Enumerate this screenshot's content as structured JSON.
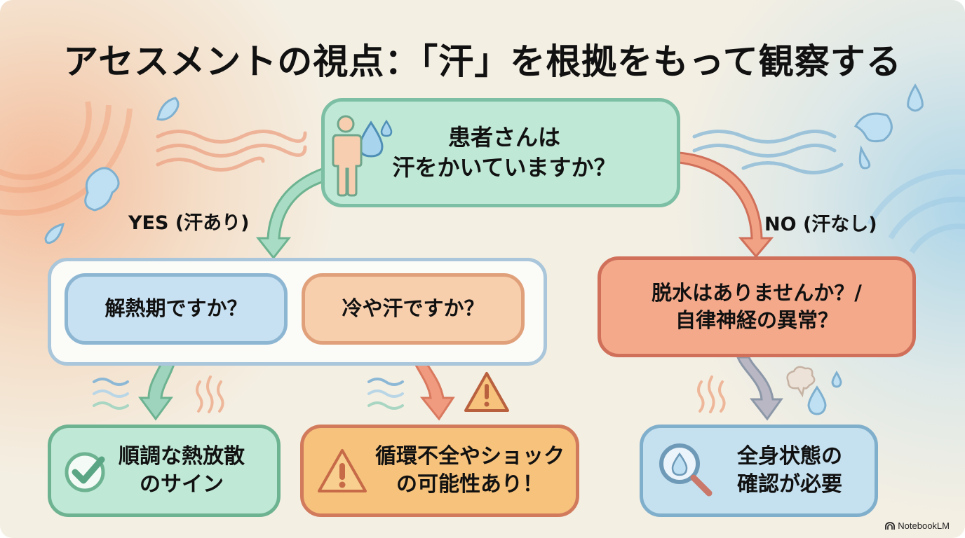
{
  "title": "アセスメントの視点：「汗」を根拠をもって観察する",
  "start_question": {
    "line1": "患者さんは",
    "line2": "汗をかいていますか？"
  },
  "branches": {
    "yes_label": "YES (汗あり)",
    "no_label": "NO (汗なし)"
  },
  "yes_questions": [
    {
      "label": "解熱期ですか？"
    },
    {
      "label": "冷や汗ですか？"
    }
  ],
  "no_question": {
    "line1": "脱水はありませんか？/",
    "line2": "自律神経の異常？"
  },
  "results": [
    {
      "line1": "順調な熱放散",
      "line2": "のサイン",
      "icon": "check-icon"
    },
    {
      "line1": "循環不全やショック",
      "line2": "の可能性あり！",
      "icon": "warning-icon"
    },
    {
      "line1": "全身状態の",
      "line2": "確認が必要",
      "icon": "magnifier-drop-icon"
    }
  ],
  "brand": "NotebookLM",
  "colors": {
    "green": "#7cbfa4",
    "blue": "#8db6d3",
    "orange": "#e0a07a",
    "coral": "#d0705a",
    "warning_yellow": "#f6c27c"
  }
}
